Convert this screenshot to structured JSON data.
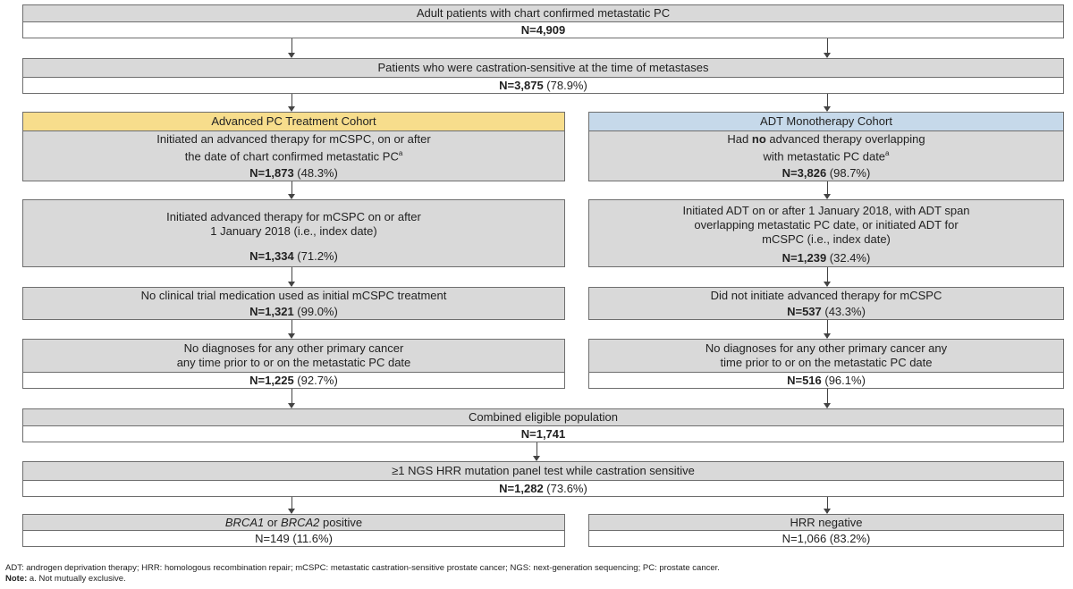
{
  "boxes": {
    "b1": {
      "text": "Adult patients with chart confirmed metastatic PC",
      "n": "N=4,909"
    },
    "b2": {
      "text": "Patients who were castration-sensitive at the time of metastases",
      "n_bold": "N=3,875",
      "n_rest": " (78.9%)"
    },
    "left_header": "Advanced PC Treatment Cohort",
    "right_header": "ADT Monotherapy Cohort",
    "l1": {
      "line1": "Initiated an advanced therapy for mCSPC, on or after",
      "line2": "the date of chart confirmed metastatic PC",
      "sup": "a",
      "n_bold": "N=1,873",
      "n_rest": " (48.3%)"
    },
    "r1": {
      "line1_a": "Had ",
      "line1_b": "no",
      "line1_c": " advanced therapy overlapping",
      "line2": "with metastatic PC date",
      "sup": "a",
      "n_bold": "N=3,826",
      "n_rest": " (98.7%)"
    },
    "l2": {
      "line1": "Initiated advanced therapy for mCSPC on or after",
      "line2": "1 January 2018 (i.e., index date)",
      "n_bold": "N=1,334",
      "n_rest": " (71.2%)"
    },
    "r2": {
      "line1": "Initiated ADT on or after 1 January 2018, with ADT span",
      "line2": "overlapping metastatic PC date, or initiated ADT for",
      "line3": "mCSPC (i.e., index date)",
      "n_bold": "N=1,239",
      "n_rest": " (32.4%)"
    },
    "l3": {
      "text": "No clinical trial medication used as initial mCSPC treatment",
      "n_bold": "N=1,321",
      "n_rest": " (99.0%)"
    },
    "r3": {
      "text": "Did not initiate advanced therapy for mCSPC",
      "n_bold": "N=537",
      "n_rest": " (43.3%)"
    },
    "l4": {
      "line1": "No diagnoses for any other primary cancer",
      "line2": "any time prior to or on the metastatic PC date",
      "n_bold": "N=1,225",
      "n_rest": " (92.7%)"
    },
    "r4": {
      "line1": "No diagnoses for any other primary cancer any",
      "line2": "time prior to or on the metastatic PC date",
      "n_bold": "N=516",
      "n_rest": " (96.1%)"
    },
    "b3": {
      "text": "Combined eligible population",
      "n": "N=1,741"
    },
    "b4": {
      "text": "≥1 NGS HRR mutation panel test while castration sensitive",
      "n_bold": "N=1,282",
      "n_rest": " (73.6%)"
    },
    "l5": {
      "italic1": "BRCA1",
      "mid": " or ",
      "italic2": "BRCA2",
      "rest": " positive",
      "n": "N=149 (11.6%)"
    },
    "r5": {
      "text": "HRR negative",
      "n": "N=1,066 (83.2%)"
    }
  },
  "footer": {
    "abbrev": "ADT: androgen deprivation therapy; HRR: homologous recombination repair;  mCSPC: metastatic castration-sensitive prostate cancer; NGS: next-generation sequencing; PC: prostate cancer.",
    "note_label": "Note:",
    "note_text": " a. Not mutually exclusive."
  }
}
